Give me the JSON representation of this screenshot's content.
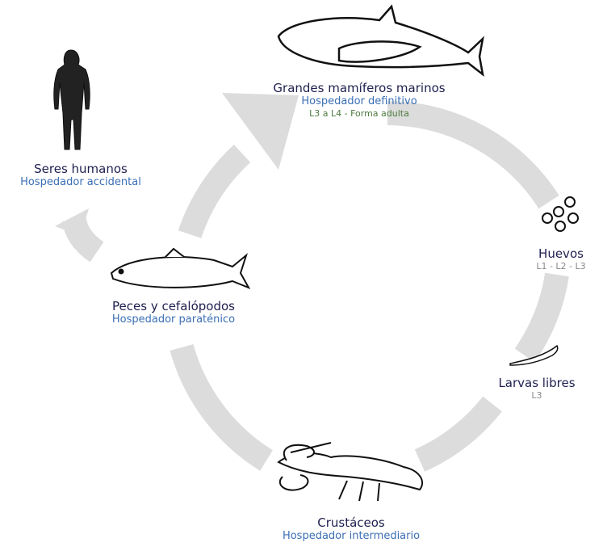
{
  "nodes": {
    "mammals": {
      "name": "Grandes mamíferos marinos",
      "role": "Hospedador definitivo",
      "stage": "L3 a L4 - Forma adulta"
    },
    "eggs": {
      "name": "Huevos",
      "stage": "L1 - L2 - L3"
    },
    "larvae": {
      "name": "Larvas libres",
      "stage": "L3"
    },
    "crustaceans": {
      "name": "Crustáceos",
      "role": "Hospedador intermediario"
    },
    "fish": {
      "name": "Peces y cefalópodos",
      "role": "Hospedador paraténico"
    },
    "humans": {
      "name": "Seres humanos",
      "role": "Hospedador accidental"
    }
  },
  "icons": [
    "whale-icon",
    "eggs-icon",
    "larva-icon",
    "crayfish-icon",
    "fish-icon",
    "human-icon"
  ],
  "colors": {
    "cycle_arrow": "#dcdcdc",
    "name_text": "#1f1f4f",
    "role_text": "#3b6fb5",
    "stage_text": "#4b7a3d"
  }
}
